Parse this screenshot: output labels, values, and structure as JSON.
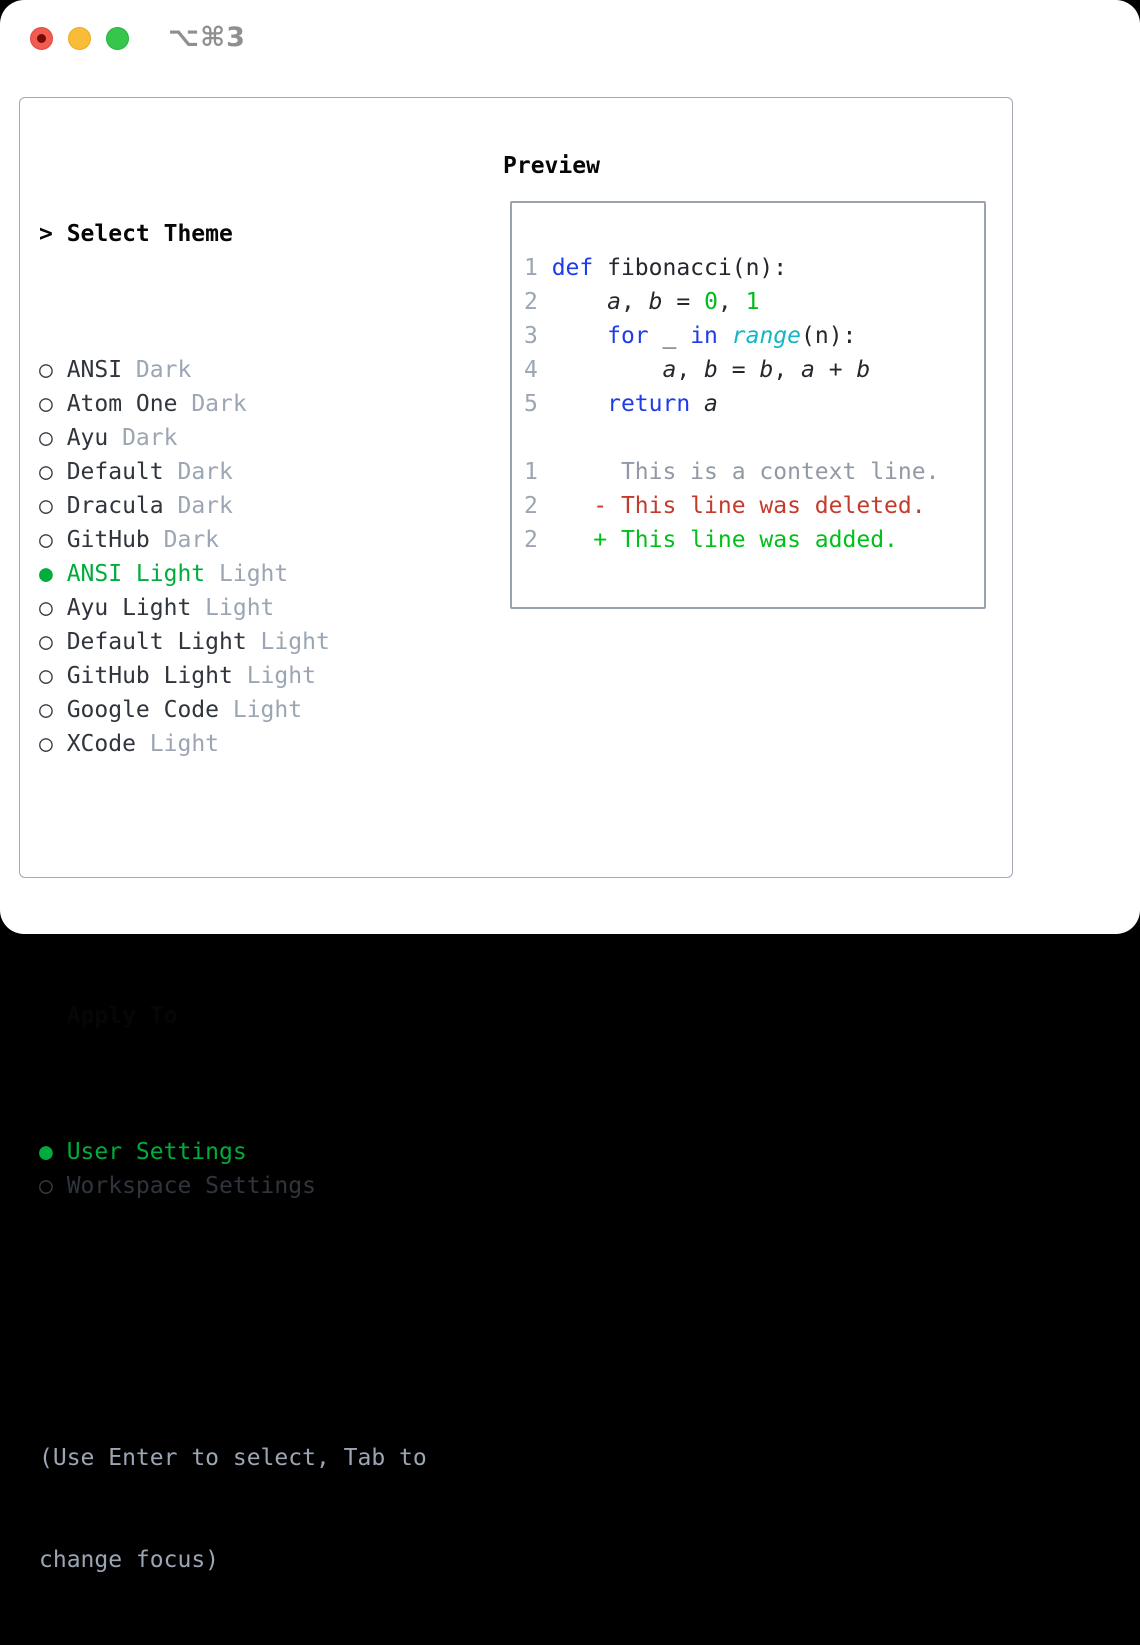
{
  "window": {
    "shortcut_label": "⌥⌘3",
    "traffic_lights": [
      {
        "name": "close",
        "color": "#f15b51"
      },
      {
        "name": "minimize",
        "color": "#f7bd36"
      },
      {
        "name": "zoom",
        "color": "#36c64c"
      }
    ]
  },
  "colors": {
    "selection_green": "#00ad3c",
    "keyword_blue": "#1e3ce8",
    "function_cyan": "#12b7c6",
    "literal_green": "#00bb1e",
    "added_green": "#00c01a",
    "deleted_red": "#c53b2b",
    "secondary_gray": "#9ba5b4",
    "text_dark": "#30353d",
    "border_gray": "#9aa2ad"
  },
  "theme_panel": {
    "title_prefix": ">",
    "title": "Select Theme",
    "unselected_bullet": "○",
    "selected_bullet": "●",
    "themes": [
      {
        "name": "ANSI",
        "variant": "Dark",
        "selected": false
      },
      {
        "name": "Atom One",
        "variant": "Dark",
        "selected": false
      },
      {
        "name": "Ayu",
        "variant": "Dark",
        "selected": false
      },
      {
        "name": "Default",
        "variant": "Dark",
        "selected": false
      },
      {
        "name": "Dracula",
        "variant": "Dark",
        "selected": false
      },
      {
        "name": "GitHub",
        "variant": "Dark",
        "selected": false
      },
      {
        "name": "ANSI Light",
        "variant": "Light",
        "selected": true
      },
      {
        "name": "Ayu Light",
        "variant": "Light",
        "selected": false
      },
      {
        "name": "Default Light",
        "variant": "Light",
        "selected": false
      },
      {
        "name": "GitHub Light",
        "variant": "Light",
        "selected": false
      },
      {
        "name": "Google Code",
        "variant": "Light",
        "selected": false
      },
      {
        "name": "XCode",
        "variant": "Light",
        "selected": false
      }
    ],
    "apply_to": {
      "title": "Apply To",
      "options": [
        {
          "label": "User Settings",
          "selected": true
        },
        {
          "label": "Workspace Settings",
          "selected": false
        }
      ]
    },
    "hint_lines": [
      "(Use Enter to select, Tab to",
      "change focus)"
    ]
  },
  "preview": {
    "title": "Preview",
    "code_lines": [
      {
        "num": "1",
        "tokens": [
          {
            "t": "def",
            "s": "kw"
          },
          {
            "t": " fibonacci(n):",
            "s": "plain"
          }
        ]
      },
      {
        "num": "2",
        "tokens": [
          {
            "t": "    ",
            "s": "plain"
          },
          {
            "t": "a",
            "s": "var"
          },
          {
            "t": ", ",
            "s": "plain"
          },
          {
            "t": "b",
            "s": "var"
          },
          {
            "t": " = ",
            "s": "plain"
          },
          {
            "t": "0",
            "s": "lit"
          },
          {
            "t": ", ",
            "s": "plain"
          },
          {
            "t": "1",
            "s": "lit"
          }
        ]
      },
      {
        "num": "3",
        "tokens": [
          {
            "t": "    ",
            "s": "plain"
          },
          {
            "t": "for",
            "s": "kw"
          },
          {
            "t": " _ ",
            "s": "plain"
          },
          {
            "t": "in",
            "s": "kw"
          },
          {
            "t": " ",
            "s": "plain"
          },
          {
            "t": "range",
            "s": "fn"
          },
          {
            "t": "(n):",
            "s": "plain"
          }
        ]
      },
      {
        "num": "4",
        "tokens": [
          {
            "t": "        ",
            "s": "plain"
          },
          {
            "t": "a",
            "s": "var"
          },
          {
            "t": ", ",
            "s": "plain"
          },
          {
            "t": "b",
            "s": "var"
          },
          {
            "t": " = ",
            "s": "plain"
          },
          {
            "t": "b",
            "s": "var"
          },
          {
            "t": ", ",
            "s": "plain"
          },
          {
            "t": "a",
            "s": "var"
          },
          {
            "t": " + ",
            "s": "plain"
          },
          {
            "t": "b",
            "s": "var"
          }
        ]
      },
      {
        "num": "5",
        "tokens": [
          {
            "t": "    ",
            "s": "plain"
          },
          {
            "t": "return",
            "s": "kw"
          },
          {
            "t": " ",
            "s": "plain"
          },
          {
            "t": "a",
            "s": "var"
          }
        ]
      },
      {
        "num": "",
        "tokens": []
      },
      {
        "num": "1",
        "tokens": [
          {
            "t": "     This is a context line.",
            "s": "ctx"
          }
        ]
      },
      {
        "num": "2",
        "tokens": [
          {
            "t": "   - This line was deleted.",
            "s": "del"
          }
        ]
      },
      {
        "num": "2",
        "tokens": [
          {
            "t": "   + This line was added.",
            "s": "add"
          }
        ]
      }
    ]
  }
}
